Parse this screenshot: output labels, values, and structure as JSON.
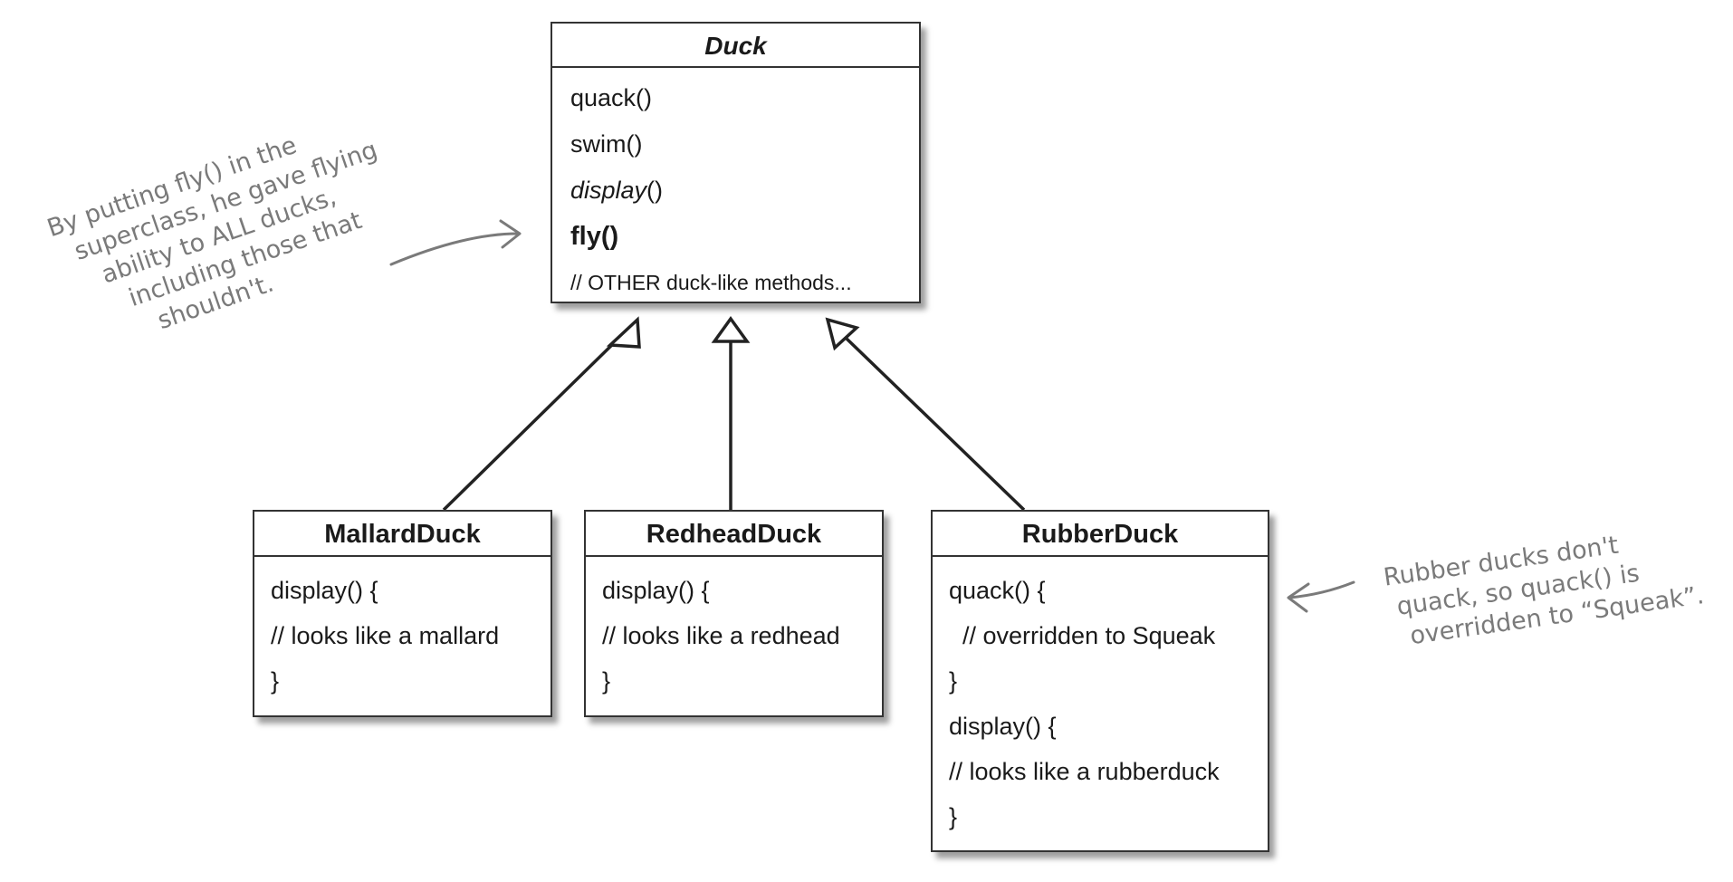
{
  "superclass": {
    "name": "Duck",
    "methods": [
      {
        "text": "quack()"
      },
      {
        "text": "swim()"
      },
      {
        "italic": "display",
        "rest": "()"
      },
      {
        "text": "fly()"
      },
      {
        "text": "// OTHER duck-like methods..."
      }
    ]
  },
  "subclasses": [
    {
      "name": "MallardDuck",
      "lines": [
        "display() {",
        "// looks like a mallard",
        "}"
      ]
    },
    {
      "name": "RedheadDuck",
      "lines": [
        "display() {",
        "// looks like a redhead",
        "}"
      ]
    },
    {
      "name": "RubberDuck",
      "lines": [
        "quack() {",
        "  // overridden to Squeak",
        "}",
        "display() {",
        "// looks like a rubberduck",
        "}"
      ]
    }
  ],
  "annotations": {
    "left": [
      "By putting fly() in the",
      "superclass, he gave flying",
      "ability to ALL ducks,",
      "including those that",
      "shouldn't."
    ],
    "right": [
      "Rubber ducks don't",
      "quack, so quack() is",
      "overridden to “Squeak”."
    ]
  },
  "colors": {
    "line": "#333333",
    "annotation": "#7a7a7a"
  }
}
